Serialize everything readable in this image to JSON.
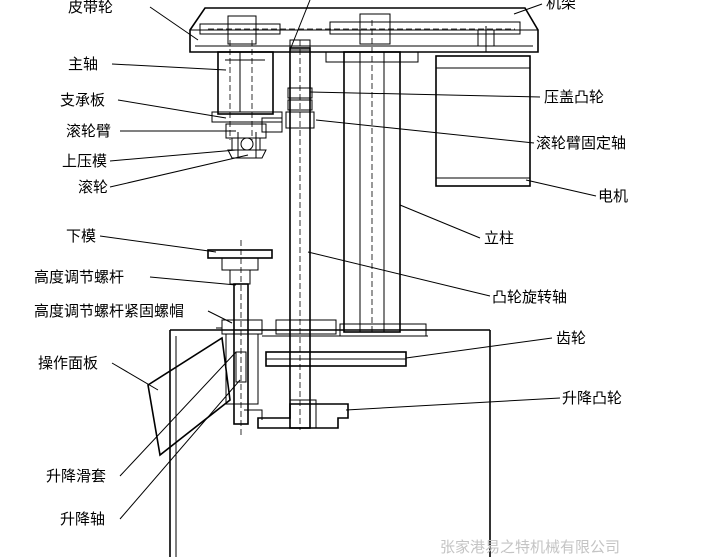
{
  "labels": {
    "belt_wheel": "皮带轮",
    "top_right": "机架",
    "main_shaft": "主轴",
    "support_plate": "支承板",
    "roller_arm": "滚轮臂",
    "upper_die": "上压模",
    "roller": "滚轮",
    "cover_cam": "压盖凸轮",
    "roller_arm_shaft": "滚轮臂固定轴",
    "motor": "电机",
    "column": "立柱",
    "lower_die": "下模",
    "height_screw": "高度调节螺杆",
    "height_screw_nut": "高度调节螺杆紧固螺帽",
    "cam_shaft": "凸轮旋转轴",
    "gear": "齿轮",
    "panel": "操作面板",
    "lift_cam": "升降凸轮",
    "lift_sleeve": "升降滑套",
    "lift_shaft": "升降轴"
  },
  "watermark": "张家港易之特机械有限公司"
}
